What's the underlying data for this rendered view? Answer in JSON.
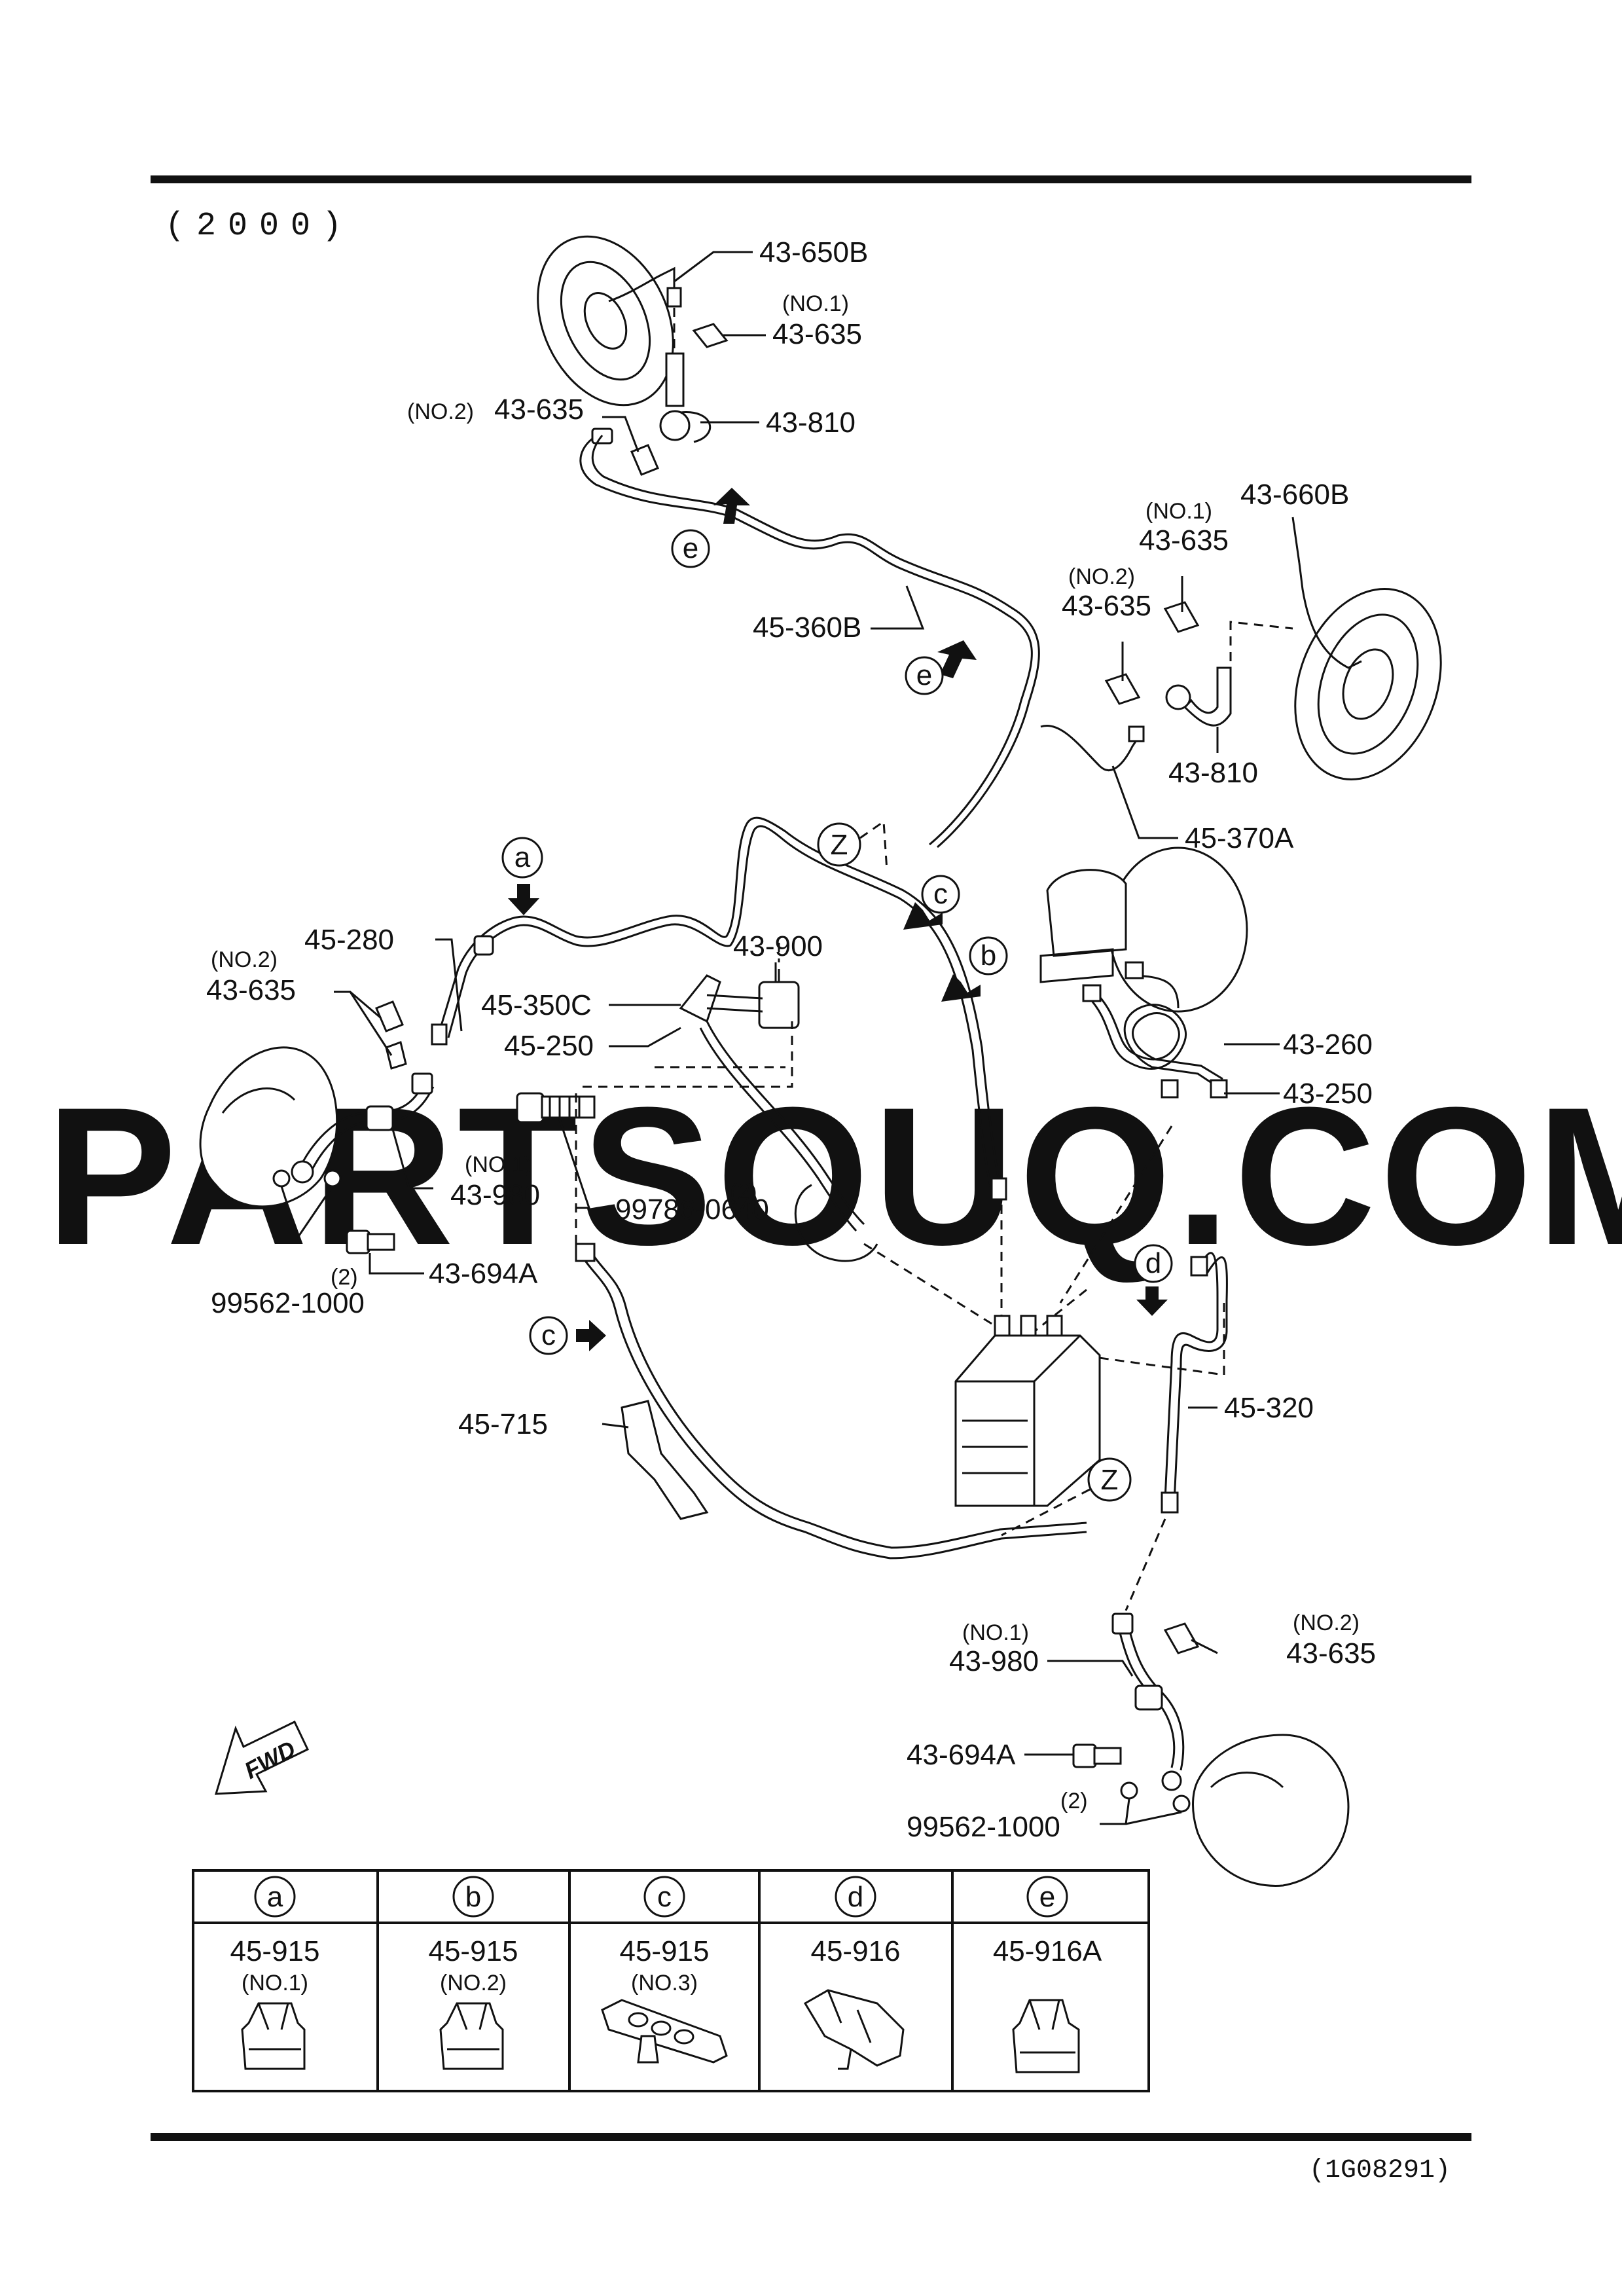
{
  "diagram": {
    "year_label": "(2000)",
    "watermark": "PARTSOUQ.COM",
    "fwd_label": "FWD",
    "diagram_code": "(1G08291)",
    "callouts": [
      {
        "key": "c01",
        "text": "43-650B"
      },
      {
        "key": "c02",
        "text": "(NO.1)"
      },
      {
        "key": "c03",
        "text": "43-635"
      },
      {
        "key": "c04",
        "text": "(NO.2)"
      },
      {
        "key": "c05",
        "text": "43-635"
      },
      {
        "key": "c06",
        "text": "43-810"
      },
      {
        "key": "c07",
        "text": "45-360B"
      },
      {
        "key": "c08",
        "text": "(NO.1)"
      },
      {
        "key": "c09",
        "text": "43-635"
      },
      {
        "key": "c10",
        "text": "43-660B"
      },
      {
        "key": "c11",
        "text": "(NO.2)"
      },
      {
        "key": "c12",
        "text": "43-635"
      },
      {
        "key": "c13",
        "text": "43-810"
      },
      {
        "key": "c14",
        "text": "45-370A"
      },
      {
        "key": "c15",
        "text": "45-280"
      },
      {
        "key": "c16",
        "text": "(NO.2)"
      },
      {
        "key": "c17",
        "text": "43-635"
      },
      {
        "key": "c18",
        "text": "43-900"
      },
      {
        "key": "c19",
        "text": "45-350C"
      },
      {
        "key": "c20",
        "text": "45-250"
      },
      {
        "key": "c21",
        "text": "43-260"
      },
      {
        "key": "c22",
        "text": "43-250"
      },
      {
        "key": "c23",
        "text": "(NO.1)"
      },
      {
        "key": "c24",
        "text": "43-980"
      },
      {
        "key": "c25",
        "text": "(2)"
      },
      {
        "key": "c26",
        "text": "99786-0640"
      },
      {
        "key": "c27",
        "text": "43-694A"
      },
      {
        "key": "c28",
        "text": "(2)"
      },
      {
        "key": "c29",
        "text": "99562-1000"
      },
      {
        "key": "c30",
        "text": "45-715"
      },
      {
        "key": "c31",
        "text": "45-320"
      },
      {
        "key": "c32",
        "text": "(NO.1)"
      },
      {
        "key": "c33",
        "text": "43-980"
      },
      {
        "key": "c34",
        "text": "(NO.2)"
      },
      {
        "key": "c35",
        "text": "43-635"
      },
      {
        "key": "c36",
        "text": "43-694A"
      },
      {
        "key": "c37",
        "text": "(2)"
      },
      {
        "key": "c38",
        "text": "99562-1000"
      }
    ],
    "markers": [
      {
        "key": "m_e1",
        "letter": "e"
      },
      {
        "key": "m_e2",
        "letter": "e"
      },
      {
        "key": "m_z1",
        "letter": "Z"
      },
      {
        "key": "m_c1",
        "letter": "c"
      },
      {
        "key": "m_b1",
        "letter": "b"
      },
      {
        "key": "m_a1",
        "letter": "a"
      },
      {
        "key": "m_d1",
        "letter": "d"
      },
      {
        "key": "m_c2",
        "letter": "c"
      },
      {
        "key": "m_z2",
        "letter": "Z"
      }
    ]
  },
  "legend_table": {
    "columns": [
      {
        "letter": "a",
        "part": "45-915",
        "note": "(NO.1)"
      },
      {
        "letter": "b",
        "part": "45-915",
        "note": "(NO.2)"
      },
      {
        "letter": "c",
        "part": "45-915",
        "note": "(NO.3)"
      },
      {
        "letter": "d",
        "part": "45-916",
        "note": ""
      },
      {
        "letter": "e",
        "part": "45-916A",
        "note": ""
      }
    ]
  }
}
